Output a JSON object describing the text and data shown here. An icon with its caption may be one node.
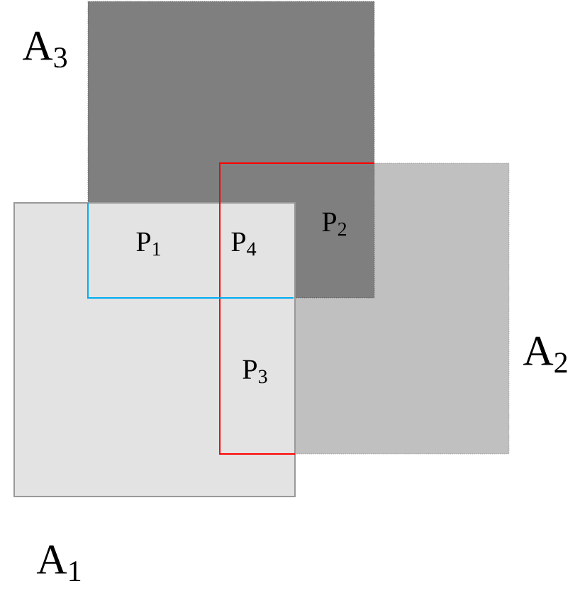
{
  "diagram": {
    "nodes": [
      {
        "text": [
          "A$_{3}$"
        ]
      },
      {
        "text": [
          "A$_{1}$"
        ]
      },
      {
        "text": [
          "A$_{2}$"
        ]
      }
    ],
    "labels": [
      "P$_{1}$",
      "P$_{4}$",
      "P$_{2}$",
      "P$_{3}$"
    ]
  }
}
